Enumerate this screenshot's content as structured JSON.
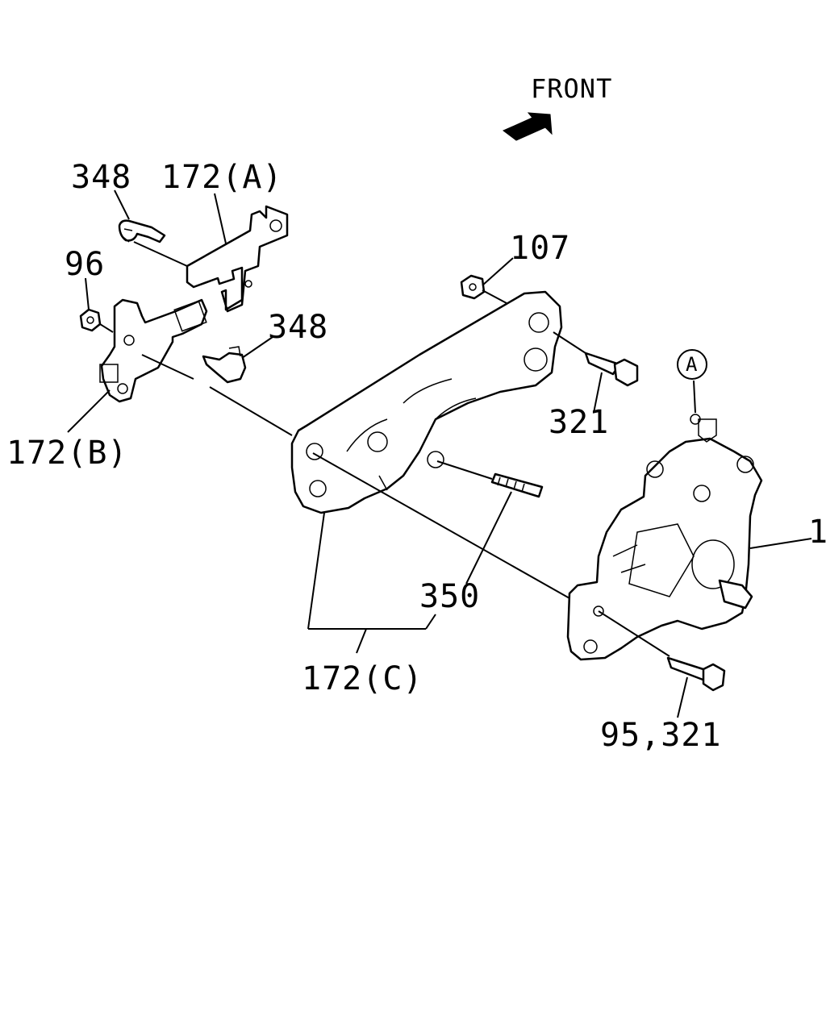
{
  "diagram": {
    "direction_label": "FRONT",
    "callout_circle": "A",
    "labels": {
      "p348_top": "348",
      "p172a": "172(A)",
      "p96": "96",
      "p348_mid": "348",
      "p172b": "172(B)",
      "p107": "107",
      "p321": "321",
      "p350": "350",
      "p172c": "172(C)",
      "p95_321": "95,321",
      "p1": "1"
    }
  },
  "colors": {
    "line": "#000000",
    "background": "#ffffff"
  }
}
